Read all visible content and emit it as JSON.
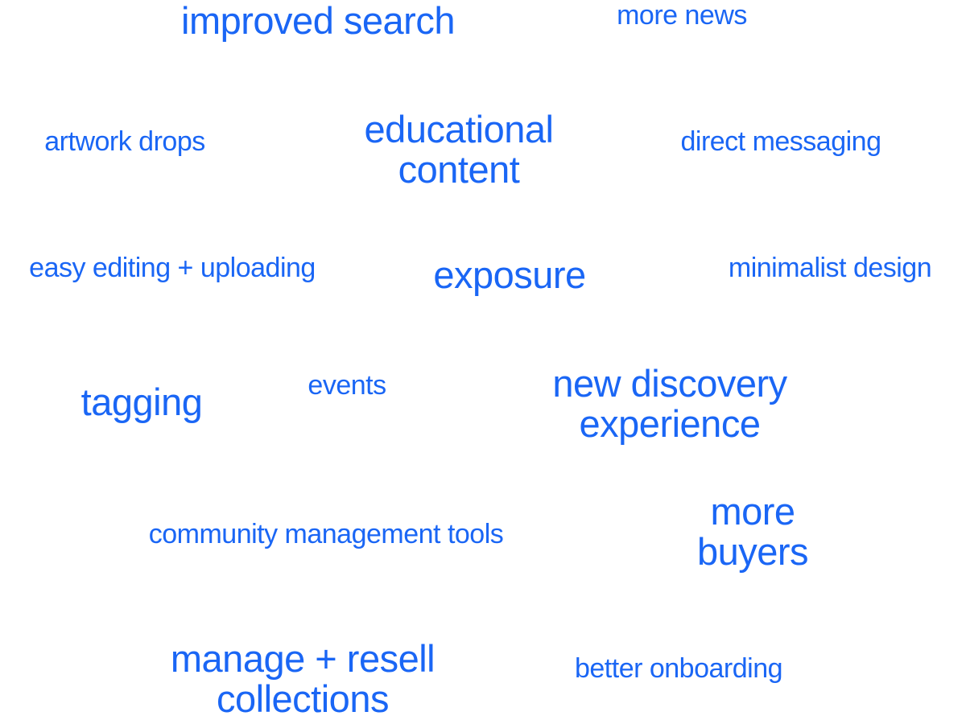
{
  "word_cloud": {
    "color": "#1a66f5",
    "words": {
      "improved_search": "improved search",
      "more_news": "more news",
      "artwork_drops": "artwork drops",
      "educational_content": "educational\ncontent",
      "direct_messaging": "direct messaging",
      "easy_editing": "easy editing + uploading",
      "exposure": "exposure",
      "minimalist_design": "minimalist design",
      "tagging": "tagging",
      "events": "events",
      "new_discovery": "new discovery\nexperience",
      "community_tools": "community management tools",
      "more_buyers": "more\nbuyers",
      "manage_resell": "manage + resell\ncollections",
      "better_onboarding": "better onboarding"
    }
  }
}
